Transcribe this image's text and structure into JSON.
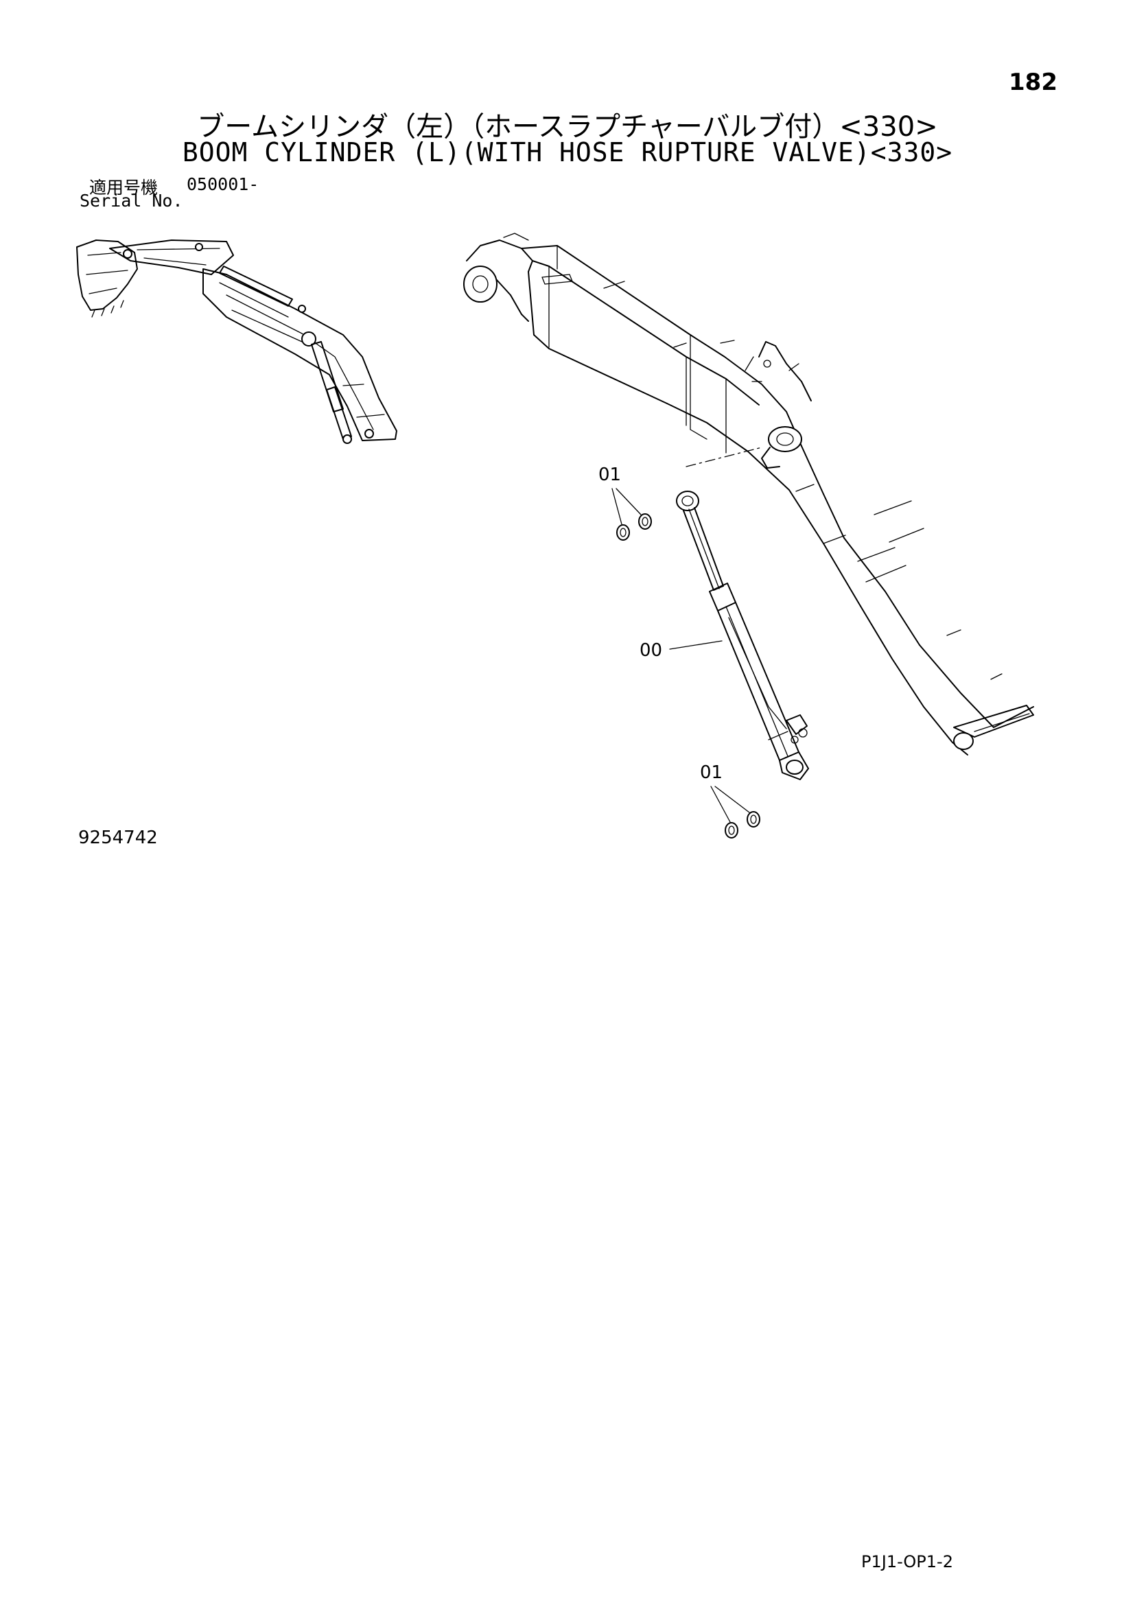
{
  "page_number": "182",
  "title_jp": "ブームシリンダ（左）（ホースラプチャーバルブ付）<330>",
  "title_en": "BOOM CYLINDER (L)(WITH HOSE RUPTURE VALVE)<330>",
  "serial": {
    "label_jp": "適用号機",
    "value": "050001-",
    "label_en": "Serial No."
  },
  "callouts": {
    "part_01_upper": "01",
    "part_00": "00",
    "part_01_lower": "01"
  },
  "drawing_number": "9254742",
  "page_code": "P1J1-OP1-2",
  "icons": [
    "excavator-overview",
    "boom-assembly",
    "boom-cylinder",
    "seal-ring"
  ]
}
